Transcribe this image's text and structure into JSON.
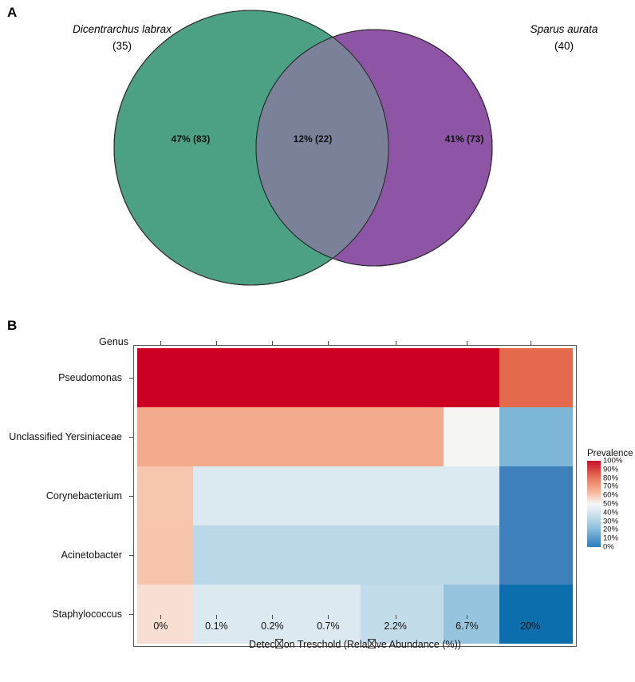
{
  "figure": {
    "panel_a_letter": "A",
    "panel_b_letter": "B"
  },
  "venn": {
    "left_set": {
      "species": "Dicentrarchus labrax",
      "count": "(35)",
      "value_label": "47% (83)",
      "percent": 47,
      "n": 83,
      "color": "#4ca083"
    },
    "right_set": {
      "species": "Sparus aurata",
      "count": "(40)",
      "value_label": "41% (73)",
      "percent": 41,
      "n": 73,
      "color": "#8e54a5"
    },
    "intersection": {
      "value_label": "12% (22)",
      "percent": 12,
      "n": 22,
      "color": "#7a8199"
    },
    "stroke": "#2b2b2b"
  },
  "chart_data": {
    "type": "heatmap",
    "title": "",
    "xlabel_parts": [
      "Detec",
      "on  Treschold (Rela",
      "ve Abundance (%))"
    ],
    "xlabel_plain": "Detection  Treschold (Relative Abundance (%))",
    "ylabel": "Genus",
    "categories": [
      "0%",
      "0.1%",
      "0.2%",
      "0.7%",
      "2.2%",
      "6.7%",
      "20%"
    ],
    "rows": [
      "Pseudomonas",
      "Unclassified Yersiniaceae",
      "Corynebacterium",
      "Acinetobacter",
      "Staphylococcus"
    ],
    "zlabel": "Prevalence",
    "zlim": [
      0,
      100
    ],
    "zunit": "%",
    "values": [
      [
        100,
        100,
        100,
        100,
        100,
        100,
        74
      ],
      [
        72,
        72,
        72,
        72,
        72,
        50,
        30
      ],
      [
        66,
        42,
        42,
        42,
        42,
        42,
        22
      ],
      [
        64,
        36,
        36,
        36,
        36,
        36,
        22
      ],
      [
        56,
        42,
        42,
        42,
        34,
        28,
        14
      ]
    ],
    "cell_colors": [
      [
        "#cc0022",
        "#cc0022",
        "#cc0022",
        "#cc0022",
        "#cc0022",
        "#cc0022",
        "#e4694d"
      ],
      [
        "#f2ab8c",
        "#f2ab8c",
        "#f2ab8c",
        "#f2ab8c",
        "#f2ab8c",
        "#f5f5f4",
        "#7db6d6"
      ],
      [
        "#f7c6ae",
        "#dbe9f0",
        "#dbe9f0",
        "#dbe9f0",
        "#dbe9f0",
        "#dbe9f0",
        "#3d80bb"
      ],
      [
        "#f7c4ac",
        "#bad8e8",
        "#bad8e8",
        "#bad8e8",
        "#bad8e8",
        "#bad8e8",
        "#3d80bb"
      ],
      [
        "#f9ded3",
        "#dce9f1",
        "#dce9f1",
        "#dce9f1",
        "#c3dcea",
        "#96c4de",
        "#0d6eae"
      ]
    ],
    "legend_ticks": [
      "100%",
      "90%",
      "80%",
      "70%",
      "60%",
      "50%",
      "40%",
      "30%",
      "20%",
      "10%",
      "0%"
    ],
    "legend_position": "right",
    "colorscale_high": "#c8112b",
    "colorscale_mid": "#f7f7f7",
    "colorscale_low": "#2b7bba",
    "grid": false
  }
}
